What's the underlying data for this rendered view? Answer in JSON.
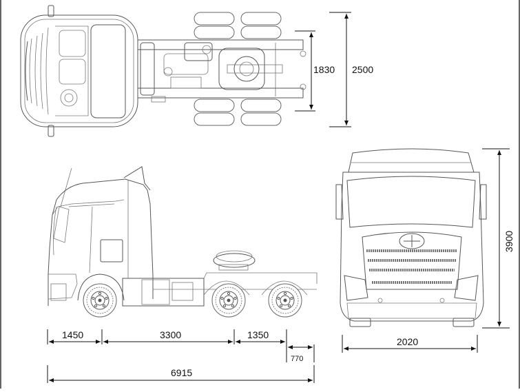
{
  "dimensions": {
    "top_view": {
      "track_width": "1830",
      "overall_width": "2500"
    },
    "side_view": {
      "front_overhang": "1450",
      "wheelbase_1": "3300",
      "wheelbase_2": "1350",
      "fifth_wheel_offset": "770",
      "overall_length": "6915"
    },
    "front_view": {
      "overall_height": "3900",
      "front_track": "2020"
    }
  },
  "colors": {
    "line": "#555555",
    "dimension": "#111111",
    "frame": "#000000"
  }
}
